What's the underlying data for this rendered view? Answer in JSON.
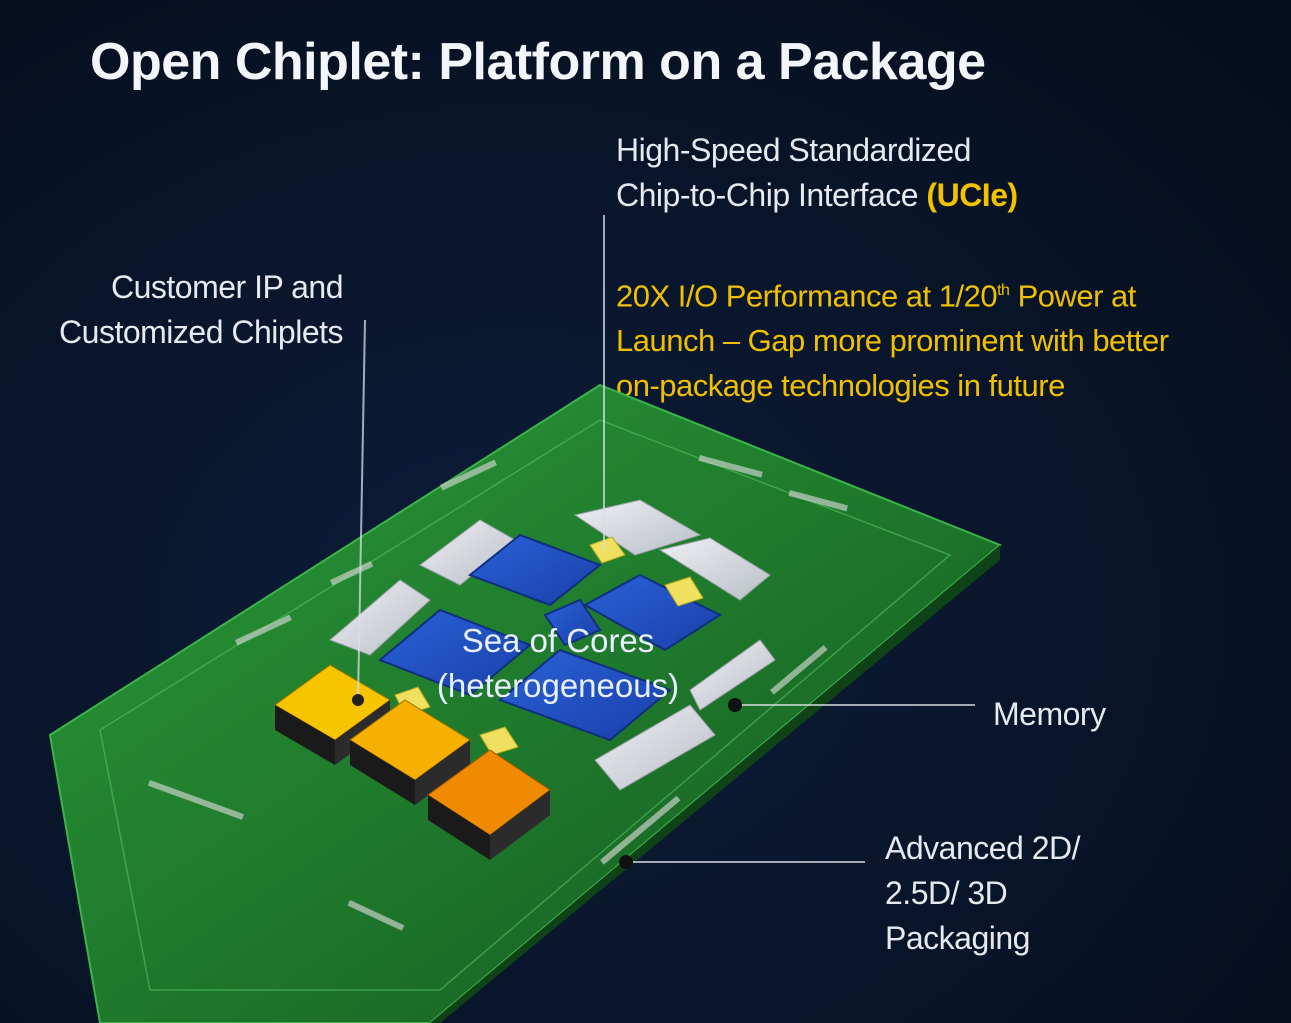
{
  "title": "Open Chiplet: Platform on a Package",
  "labels": {
    "ucie_line1": "High-Speed Standardized",
    "ucie_line2": "Chip-to-Chip Interface",
    "ucie_accent": "(UCIe)",
    "perf_line1": "20X I/O Performance at 1/20",
    "perf_sup": "th",
    "perf_line1_end": " Power at",
    "perf_line2": "Launch – Gap more prominent with better",
    "perf_line3": "on-package technologies in future",
    "customer_line1": "Customer IP and",
    "customer_line2": "Customized Chiplets",
    "sea_line1": "Sea of Cores",
    "sea_line2": "(heterogeneous)",
    "memory": "Memory",
    "packaging_line1": "Advanced 2D/",
    "packaging_line2": "2.5D/ 3D",
    "packaging_line3": "Packaging"
  },
  "colors": {
    "substrate": "#1f7a2c",
    "core_tile": "#1f4fc4",
    "memory_tile": "#d9dde3",
    "chiplet": "#f2a100",
    "ucie_link": "#f0e060",
    "accent": "#f2c200"
  }
}
